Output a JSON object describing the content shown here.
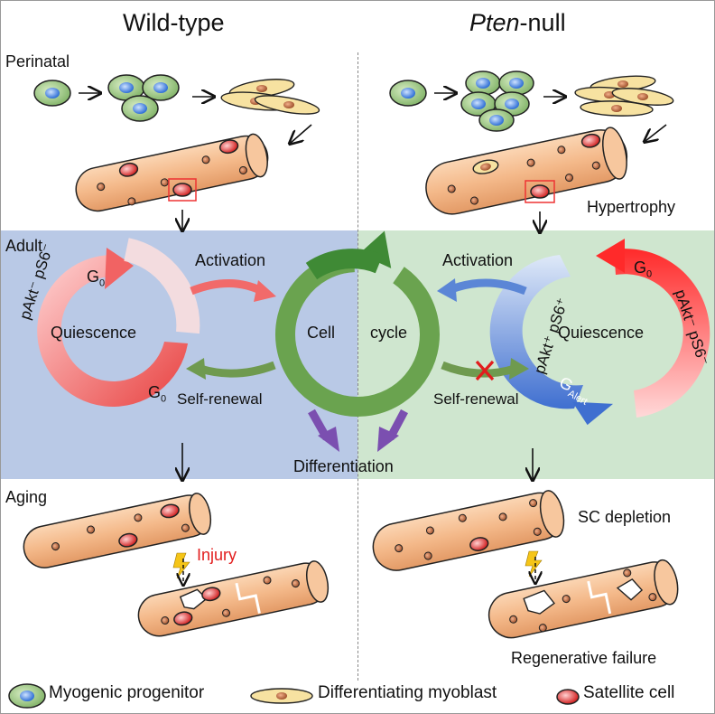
{
  "headers": {
    "wild_type": "Wild-type",
    "pten_italic": "Pten",
    "pten_rest": "-null"
  },
  "stages": {
    "perinatal": "Perinatal",
    "adult": "Adult",
    "aging": "Aging"
  },
  "labels": {
    "hypertrophy": "Hypertrophy",
    "activation_wt": "Activation",
    "activation_pn": "Activation",
    "self_renewal_wt": "Self-renewal",
    "self_renewal_pn": "Self-renewal",
    "quiescence_wt": "Quiescence",
    "quiescence_pn": "Quiescence",
    "cell": "Cell",
    "cycle": "cycle",
    "differentiation": "Differentiation",
    "sc_depletion": "SC depletion",
    "regenerative_failure": "Regenerative failure",
    "injury": "Injury",
    "g0": "G",
    "g0_sub": "0",
    "galert": "G",
    "galert_sub": "Alert",
    "pakt_minus_ps6_minus": "pAkt⁻ pS6⁻",
    "pakt_plus_ps6_plus": "pAkt⁺ pS6⁺"
  },
  "legend": {
    "myogenic": "Myogenic  progenitor",
    "myoblast": "Differentiating  myoblast",
    "satellite": "Satellite cell"
  },
  "colors": {
    "wt_bg": "#b9c9e6",
    "pn_bg": "#cfe6cf",
    "red_arrow": "#f06a6a",
    "blue_arrow": "#5b86d6",
    "green_cycle": "#5e9a44",
    "purple": "#7b4fb0",
    "fiber": "#f4b98a"
  }
}
